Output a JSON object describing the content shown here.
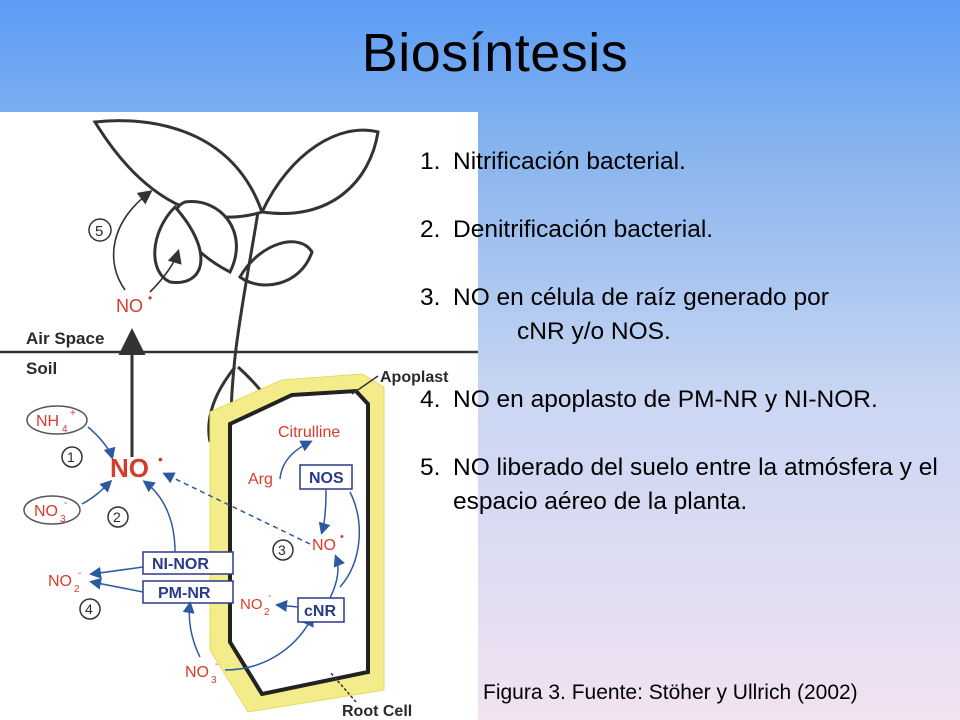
{
  "slide": {
    "title": "Biosíntesis",
    "caption": "Figura 3. Fuente: Stöher y Ullrich (2002)"
  },
  "steps": [
    {
      "num": "1.",
      "text": "Nitrificación bacterial.",
      "cont": ""
    },
    {
      "num": "2.",
      "text": "Denitrificación bacterial.",
      "cont": ""
    },
    {
      "num": "3.",
      "text": "NO en célula de raíz generado por",
      "cont": "cNR  y/o NOS."
    },
    {
      "num": "4.",
      "text": "NO en apoplasto de PM-NR y NI-NOR.",
      "cont": ""
    },
    {
      "num": "5.",
      "text": "NO liberado del suelo entre la atmósfera y el espacio aéreo de la planta.",
      "cont": ""
    }
  ],
  "figure": {
    "labels": {
      "air_space": "Air Space",
      "soil": "Soil",
      "apoplast": "Apoplast",
      "root_cell": "Root Cell",
      "citrulline": "Citrulline",
      "arg": "Arg",
      "nos": "NOS",
      "cnr": "cNR",
      "ni_nor": "NI-NOR",
      "pm_nr": "PM-NR",
      "no": "NO",
      "nh": "NH",
      "no3": "NO",
      "no2": "NO",
      "sub3": "3",
      "sub2": "2",
      "sub4": "4",
      "plus": "+",
      "minus": "-",
      "dot": "•"
    },
    "step_markers": [
      "1",
      "2",
      "3",
      "4",
      "5"
    ]
  },
  "colors": {
    "no_red": "#d93b2b",
    "box_blue": "#2a3a8a",
    "apoplast_yellow": "#f4ec8a",
    "arrow_blue": "#2c5aa0"
  }
}
